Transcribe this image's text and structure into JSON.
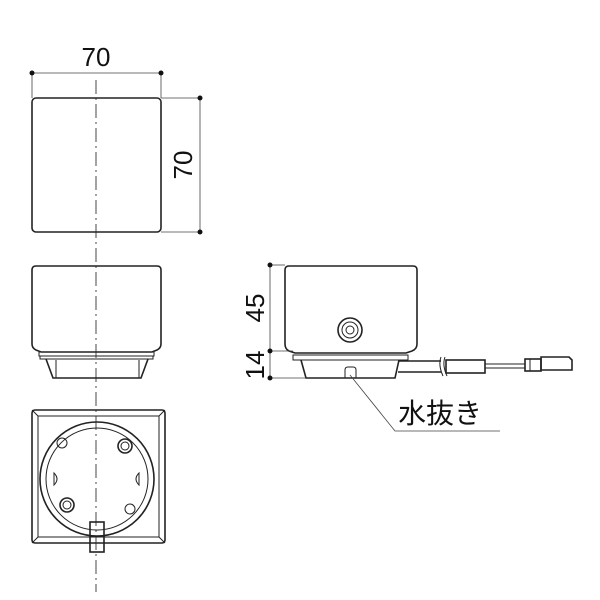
{
  "dimensions": {
    "top_width": "70",
    "top_depth": "70",
    "body_height": "45",
    "base_height": "14"
  },
  "labels": {
    "drain_hole": "水抜き"
  }
}
